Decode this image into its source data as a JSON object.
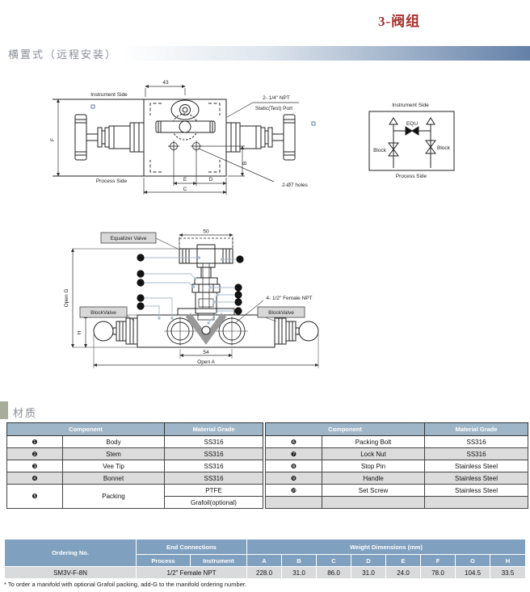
{
  "title": "3-阀组",
  "section_header": "横置式（远程安装）",
  "colors": {
    "title_red": "#A8302E",
    "band_blue": "#6480A8",
    "materials_header_blue": "#9FB6C9",
    "ordering_header_blue": "#7FA0BE",
    "row_gray": "#DCDCDC",
    "section_marker_green": "#A7AD9A"
  },
  "top_view": {
    "instrument_side": "Instrument Side",
    "process_side": "Process Side",
    "dim_top": "43",
    "npt_line1": "2- 1/4\" NPT",
    "npt_line2": "Static(Test) Port",
    "holes": "2-Ø7 holes",
    "dim_f": "F",
    "dim_b": "B",
    "dim_e": "E",
    "dim_d": "D",
    "dim_c": "C"
  },
  "schematic": {
    "instrument_side": "Instrument Side",
    "process_side": "Process Side",
    "equ": "EQU",
    "block_left": "Block",
    "block_right": "Block"
  },
  "front_view": {
    "equalizer_valve": "Equalizer Valve",
    "block_valve_left": "BlockValve",
    "block_valve_right": "BlockValve",
    "female_npt": "4- 1/2\" Female NPT",
    "dim_top": "50",
    "dim_ports": "54",
    "open_g": "Open G",
    "open_a": "Open A",
    "dim_h": "H",
    "callouts": {
      "c1": "1",
      "c2": "2",
      "c3": "3",
      "c4": "4",
      "c5": "5",
      "c6": "6",
      "c7": "7",
      "c8": "8",
      "c9": "9",
      "c10": "10"
    }
  },
  "materials": {
    "section_title": "材质",
    "col_component": "Component",
    "col_grade": "Material Grade",
    "left_rows": [
      {
        "num": "❶",
        "component": "Body",
        "grade": "SS316"
      },
      {
        "num": "❷",
        "component": "Stem",
        "grade": "SS316"
      },
      {
        "num": "❸",
        "component": "Vee Tip",
        "grade": "SS316"
      },
      {
        "num": "❹",
        "component": "Bonnet",
        "grade": "SS316"
      }
    ],
    "packing": {
      "num": "❺",
      "component": "Packing",
      "grade1": "PTFE",
      "grade2": "Grafoil(optional)"
    },
    "right_rows": [
      {
        "num": "❻",
        "component": "Packing Bolt",
        "grade": "SS316"
      },
      {
        "num": "❼",
        "component": "Lock Nut",
        "grade": "SS316"
      },
      {
        "num": "❽",
        "component": "Stop Pin",
        "grade": "Stainless Steel"
      },
      {
        "num": "❾",
        "component": "Handle",
        "grade": "Stainless Steel"
      },
      {
        "num": "❿",
        "component": "Set Screw",
        "grade": "Stainless Steel"
      }
    ]
  },
  "ordering": {
    "col_ordering_no": "Ordering No.",
    "col_end_connections": "End Connections",
    "col_process": "Process",
    "col_instrument": "Instrument",
    "col_weight_dims": "Weight Dimensions (mm)",
    "dim_headers": [
      "A",
      "B",
      "C",
      "D",
      "E",
      "F",
      "G",
      "H"
    ],
    "row": {
      "ordering_no": "SM3V-F-8N",
      "end_connection": "1/2\" Female NPT",
      "values": [
        "228.0",
        "31.0",
        "86.0",
        "31.0",
        "24.0",
        "78.0",
        "104.5",
        "33.5"
      ]
    }
  },
  "footnote": "* To order a manifold with optional Grafoil packing, add-G to the manifold ordering number."
}
